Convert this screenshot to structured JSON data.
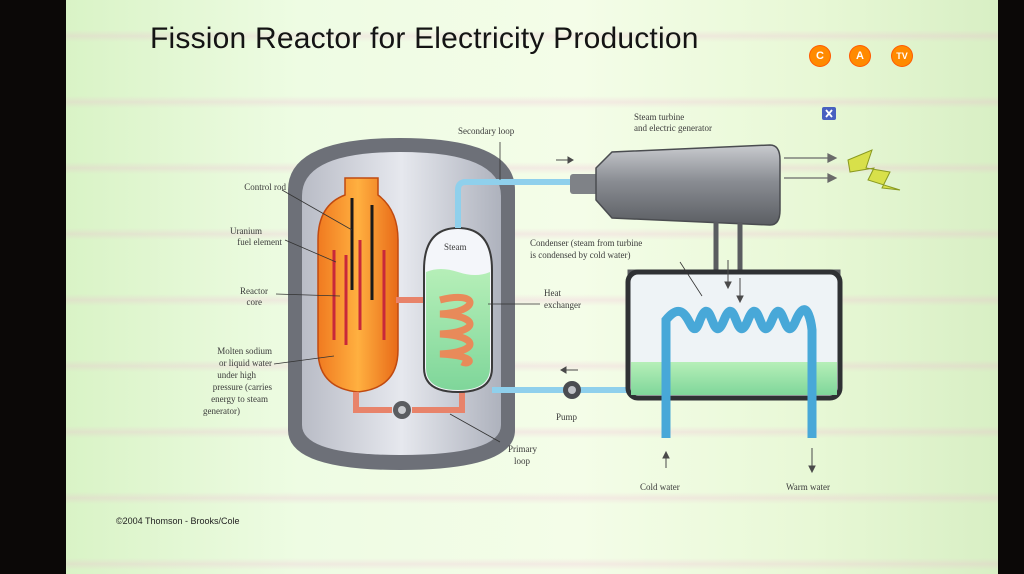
{
  "slide": {
    "title": "Fission Reactor for Electricity Production",
    "copyright": "©2004 Thomson - Brooks/Cole"
  },
  "channel_logo": [
    "C",
    "A",
    "TV"
  ],
  "diagram": {
    "labels": {
      "secondary_loop": "Secondary loop",
      "turbine_1": "Steam turbine",
      "turbine_2": "and electric generator",
      "control_rod": "Control rod",
      "uranium_1": "Uranium",
      "uranium_2": "fuel element",
      "core_1": "Reactor",
      "core_2": "core",
      "steam": "Steam",
      "condenser_1": "Condenser (steam from turbine",
      "condenser_2": "is condensed by cold water)",
      "heat_ex_1": "Heat",
      "heat_ex_2": "exchanger",
      "molten_1": "Molten sodium",
      "molten_2": "or liquid water",
      "molten_3": "under high",
      "molten_4": "pressure (carries",
      "molten_5": "energy to steam",
      "molten_6": "generator)",
      "pump": "Pump",
      "primary_1": "Primary",
      "primary_2": "loop",
      "cold_water": "Cold water",
      "warm_water": "Warm water"
    },
    "icons": [
      "close-icon",
      "lightning-bolt-icon"
    ]
  }
}
